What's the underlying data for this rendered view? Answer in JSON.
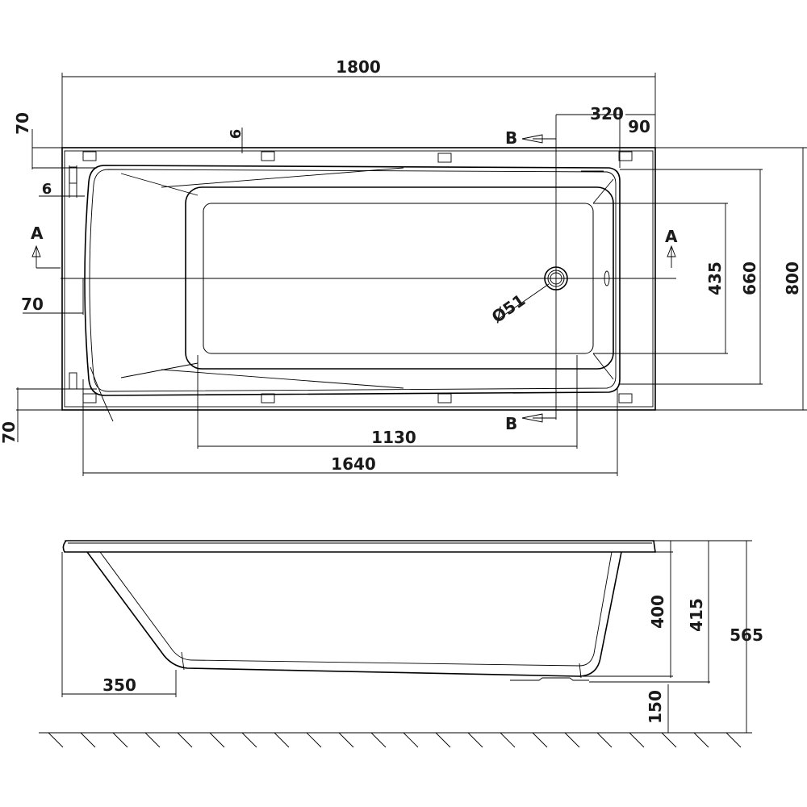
{
  "plan_view": {
    "dimensions": {
      "overall_length": "1800",
      "overall_width": "800",
      "inner_width": "660",
      "bottom_width": "435",
      "inner_length": "1640",
      "bottom_length": "1130",
      "drain_offset": "320",
      "end_margin": "90",
      "top_rim": "70",
      "bottom_rim": "70",
      "side_rim": "70",
      "top_gap": "6",
      "side_gap": "6",
      "drain_diameter": "Ø51"
    },
    "sections": {
      "a_left": "A",
      "a_right": "A",
      "b_top": "B",
      "b_bottom": "B"
    }
  },
  "side_view": {
    "dimensions": {
      "depth": "400",
      "inner_height": "415",
      "total_height": "565",
      "leg_height": "150",
      "slope_length": "350"
    }
  }
}
